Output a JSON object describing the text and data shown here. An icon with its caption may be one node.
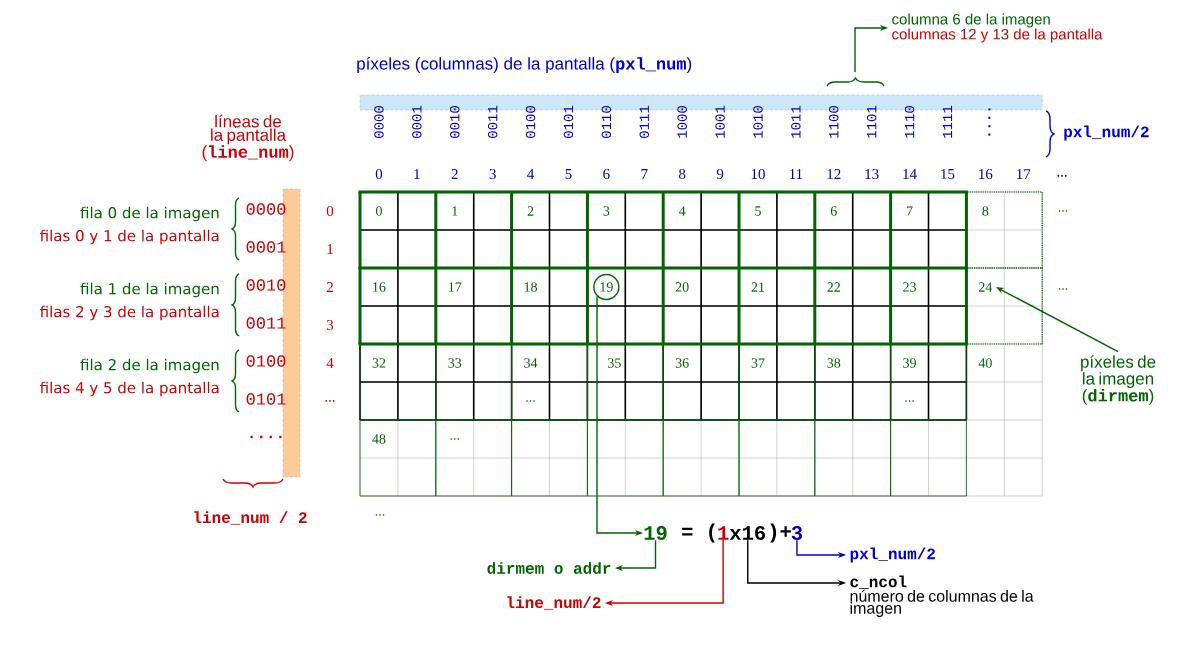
{
  "diagram": {
    "nodes": [
      {
        "text": [
          "columna 6 de la imagen",
          "columnas 12 y 13 de la pantalla"
        ]
      },
      {
        "text": [
          "19"
        ]
      },
      {
        "text": [
          "24"
        ]
      },
      {
        "text": [
          "píxeles de la imagen (**dirmem**)"
        ]
      },
      {
        "text": [
          "19"
        ]
      },
      {
        "text": [
          "1"
        ]
      },
      {
        "text": [
          "x16"
        ]
      },
      {
        "text": [
          "3"
        ]
      },
      {
        "text": [
          "dirmem o addr"
        ]
      },
      {
        "text": [
          "line_num/2"
        ]
      },
      {
        "text": [
          "c_ncol",
          "número de columnas de la imagen"
        ]
      },
      {
        "text": [
          "pxl_num/2"
        ]
      }
    ],
    "edges": [
      {
        "from": 1,
        "to": 4,
        "arrow": "to"
      },
      {
        "from": 4,
        "to": 8,
        "arrow": "to"
      },
      {
        "from": 5,
        "to": 9,
        "arrow": "to",
        "color": "#cc0000"
      },
      {
        "from": 6,
        "to": 10,
        "arrow": "to",
        "color": "#000000"
      },
      {
        "from": 7,
        "to": 11,
        "arrow": "to",
        "color": "#0000cc"
      },
      {
        "from": 3,
        "to": 2,
        "arrow": "to"
      },
      {
        "from": null,
        "to": 0,
        "arrow": "to"
      }
    ],
    "labels": [
      "píxeles (columnas) de la pantalla (**pxl_num**)",
      "0000",
      "0001",
      "0010",
      "0011",
      "0100",
      "0101",
      "0110",
      "0111",
      "1000",
      "1001",
      "1010",
      "1011",
      "1100",
      "1101",
      "1110",
      "1111",
      "....",
      "pxl_num/2",
      "líneas de la pantalla (**line_num**)",
      "0",
      "1",
      "2",
      "3",
      "4",
      "5",
      "6",
      "7",
      "8",
      "9",
      "10",
      "11",
      "12",
      "13",
      "14",
      "15",
      "16",
      "17",
      "...",
      "fila 0 de la imagen",
      "filas 0 y 1 de la pantalla",
      "fila 1 de la imagen",
      "filas 2 y 3 de la pantalla",
      "fila 2 de la imagen",
      "filas 4 y 5 de la pantalla",
      "0000",
      "0001",
      "0010",
      "0011",
      "0100",
      "0101",
      "....",
      "0",
      "1",
      "2",
      "3",
      "4",
      "...",
      "line_num / 2",
      "0",
      "1",
      "2",
      "3",
      "4",
      "5",
      "6",
      "7",
      "8",
      "...",
      "16",
      "17",
      "18",
      "20",
      "21",
      "22",
      "23",
      "...",
      "32",
      "33",
      "34",
      "35",
      "36",
      "37",
      "38",
      "39",
      "40",
      "...",
      "...",
      "48",
      "...",
      "...",
      "= (",
      ")+"
    ]
  }
}
